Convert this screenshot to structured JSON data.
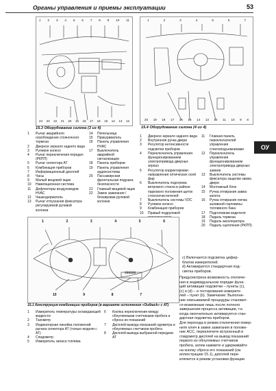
{
  "header": {
    "title": "Органы управления и приемы эксплуатации",
    "page_number": "53"
  },
  "side_tab": "ОУ",
  "fig3": {
    "caption": "15.3 Оборудование салона (3 из 4)",
    "callouts_top": [
      "1",
      "2",
      "3",
      "4",
      "5",
      "6",
      "7",
      "8",
      "9",
      "10",
      "11"
    ],
    "callouts_bottom": [
      "24",
      "23",
      "22",
      "21",
      "20",
      "19",
      "18",
      "17",
      "16",
      "15",
      "14",
      "13",
      "12"
    ],
    "legend_left": [
      {
        "n": "1",
        "t": "Рычаг аварийного освобождения стояночного тормоза"
      },
      {
        "n": "2",
        "t": "Дверное зеркало заднего вида"
      },
      {
        "n": "3",
        "t": "Рулевое колесо"
      },
      {
        "n": "4",
        "t": "Рычаг переключения передач (РКПП)"
      },
      {
        "n": "5",
        "t": "Рычаг селектора АТ"
      },
      {
        "n": "6",
        "t": "Комбинация приборов"
      },
      {
        "n": "7",
        "t": "Информационный дисплей"
      },
      {
        "n": "8",
        "t": "Часы"
      },
      {
        "n": "9",
        "t": "Малый вещевой ящик"
      },
      {
        "n": "10",
        "t": "Навигационная система"
      },
      {
        "n": "11",
        "t": "Дефлекторы воздуховодов HVAC"
      },
      {
        "n": "12",
        "t": "Чашкодержатель"
      },
      {
        "n": "13",
        "t": "Рычаг отпускания фиксатора регулируемой рулевой колонки"
      }
    ],
    "legend_right": [
      {
        "n": "14",
        "t": "Пепельница"
      },
      {
        "n": "15",
        "t": "Прикуриватель"
      },
      {
        "n": "16",
        "t": "Панель управления HVAC"
      },
      {
        "n": "17",
        "t": "Выключатель аварийной сигнализации"
      },
      {
        "n": "18",
        "t": "Панель приборов"
      },
      {
        "n": "19",
        "t": "Панель управления аудиосистемы"
      },
      {
        "n": "20",
        "t": "Пассажирская фронтальная подушка безопасности"
      },
      {
        "n": "21",
        "t": "Главный вещевой ящик"
      },
      {
        "n": "22",
        "t": "Замок зажигания / блокировки рулевой колонки"
      }
    ]
  },
  "fig4": {
    "caption": "15.4 Оборудование салона (4 из 4)",
    "callouts_top": [
      "1",
      "2",
      "3",
      "4",
      "5",
      "6",
      "7"
    ],
    "callouts_bottom": [
      "20",
      "19",
      "18",
      "17",
      "16",
      "15",
      "14",
      "13",
      "12",
      "11",
      "10",
      "9",
      "8"
    ],
    "legend_left": [
      {
        "n": "1",
        "t": "Дверное зеркало заднего вида"
      },
      {
        "n": "2",
        "t": "Внутренняя ручка двери"
      },
      {
        "n": "3",
        "t": "Регулятор интенсивности подсветки приборов"
      },
      {
        "n": "4",
        "t": "Переключатель управления функционированием электропривода дверных зеркал"
      },
      {
        "n": "5",
        "t": "Регулятор корректировки направления оптических осей фар"
      },
      {
        "n": "6",
        "t": "Выключатель подогрева ветрового стекла в районе паркового положения щеток стеклоочистителей"
      },
      {
        "n": "7",
        "t": "Выключатель системы VDC"
      },
      {
        "n": "8",
        "t": "Рулевое колесо"
      },
      {
        "n": "9",
        "t": "Комбинация приборов"
      },
      {
        "n": "10",
        "t": "Правый подрулевой переключатель"
      }
    ],
    "legend_right": [
      {
        "n": "11",
        "t": "Главная панель переключателей управления стеклоподъемниками"
      },
      {
        "n": "12",
        "t": "Переключатель управления функционированием электропривода дверных замков"
      },
      {
        "n": "13",
        "t": "Выключатель системы фиксатора защелки замка двери"
      },
      {
        "n": "14",
        "t": "Монтажный блок"
      },
      {
        "n": "15",
        "t": "Ручка отпирания замка капота"
      },
      {
        "n": "16",
        "t": "Ручка отпирания лючка заливной горловины топливного бака"
      },
      {
        "n": "17",
        "t": "Подголовник водителя"
      },
      {
        "n": "18",
        "t": "Педаль тормоза"
      },
      {
        "n": "19",
        "t": "Педаль акселератора"
      },
      {
        "n": "20",
        "t": "Педаль сцепления (РКПП)"
      }
    ]
  },
  "fig1": {
    "caption": "15.1 Конструкция комбинации приборов (в варианте исполнения «Outback» с АТ)",
    "odometer": "000000",
    "callouts_top": [
      "1",
      "2",
      "3",
      "4",
      "5",
      "6"
    ],
    "callouts_bottom": [
      "10",
      "9",
      "8",
      "7"
    ],
    "legend_left": [
      {
        "n": "1",
        "t": "Измеритель температуры охлаждающей жидкости"
      },
      {
        "n": "2",
        "t": "Тахометр"
      },
      {
        "n": "3",
        "t": "Индикаторная линейка положений рычага селектора АТ (только модели с АТ)"
      },
      {
        "n": "4",
        "t": "Спидометр"
      },
      {
        "n": "5",
        "t": "Измеритель запаса топлива"
      }
    ],
    "legend_right": [
      {
        "n": "6",
        "t": "Кнопка переключения между обнуляемыми счетчиками пробега и сброса их показаний"
      },
      {
        "n": "7",
        "t": "Дисплей вывода показаний одометра и обнуляемых счетчиков пробега"
      },
      {
        "n": "8",
        "t": "Дисплей вывода выбранной передачи АТ"
      }
    ]
  },
  "text": {
    "lines_a": [
      "c)    Включается подсветка цифер-",
      "блатов измерителей;",
      "d)    Активируется стандартная под-",
      "светка приборов."
    ],
    "lines_b": [
      "Предусмотрена возможность отключе-",
      "ния в индивидуальном порядке функ-",
      "ций активации подсветки – пункты (c),",
      "(c) и (d) – и тестирования измерите-",
      "лей – пункт (b). Замечание: Выполне-",
      "ние описываемой процедуры становит-",
      "ся возможным лишь после полного",
      "завершения процесса активации, т.е.",
      "когда окончательно активируется стан-",
      "дартная подсветка приборов.",
      "Для перехода в режим отключения повер-",
      "ните ключ в замке зажигания в положе-",
      "ние ACC, переключите встроенный в",
      "спидометр дисплей на вывод показаний",
      "первого из обнуляемых счетчиков",
      "пробега, затем нажмите и удерживайте",
      "на кнопку сброса его показаний (см.",
      "иллюстрацию 15.1), дисплей пере-",
      "ключится в режим установки функции"
    ]
  }
}
